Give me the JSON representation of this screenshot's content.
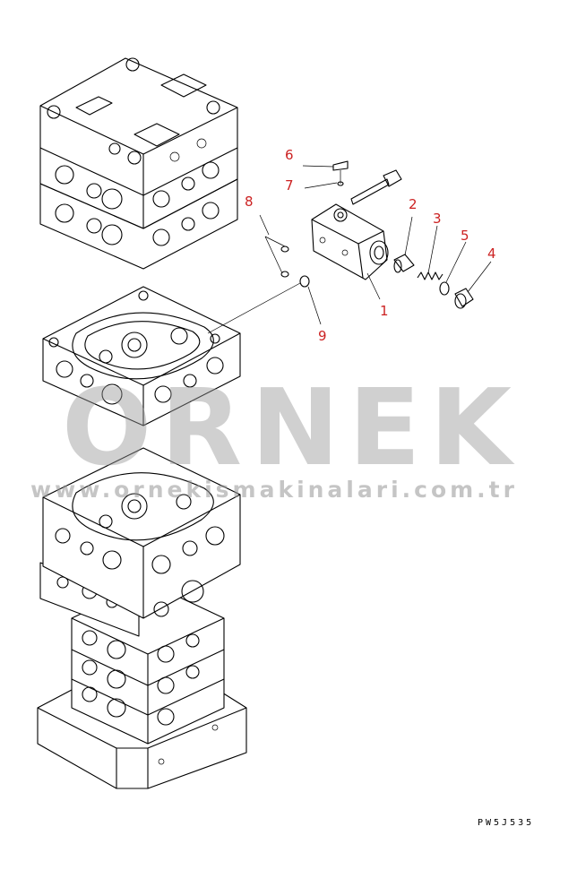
{
  "diagram": {
    "callouts": [
      {
        "id": "1",
        "label": "1"
      },
      {
        "id": "2",
        "label": "2"
      },
      {
        "id": "3",
        "label": "3"
      },
      {
        "id": "4",
        "label": "4"
      },
      {
        "id": "5",
        "label": "5"
      },
      {
        "id": "6",
        "label": "6"
      },
      {
        "id": "7",
        "label": "7"
      },
      {
        "id": "8",
        "label": "8"
      },
      {
        "id": "9",
        "label": "9"
      }
    ],
    "drawing_code": "PW5J535",
    "callout_color": "#cc2222"
  },
  "watermark": {
    "brand": "ORNEK",
    "url": "www.ornekismakinalari.com.tr"
  }
}
